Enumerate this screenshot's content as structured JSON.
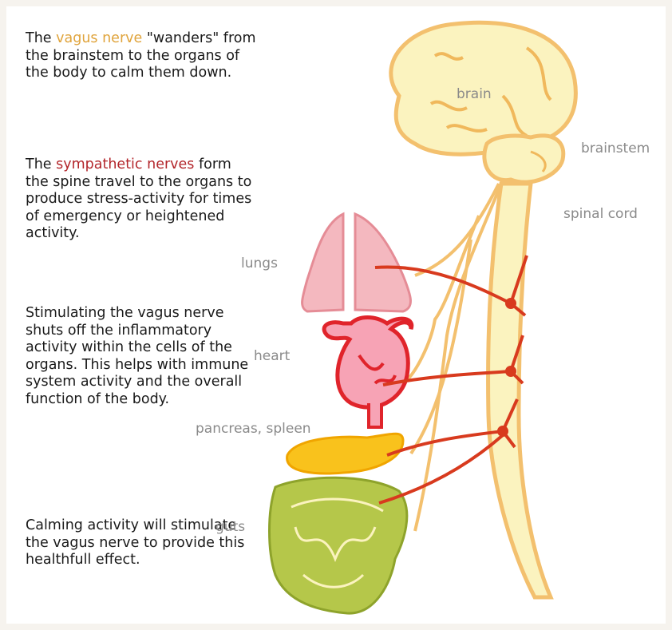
{
  "colors": {
    "vagus": "#e0a43c",
    "sympathetic": "#b3262b",
    "nerve_red": "#d83a1e",
    "cord": "#f3c06e",
    "brain_fill": "#fbf3bf",
    "lungs": "#f4b8bf",
    "heart": "#f7a3b5",
    "pancreas": "#f9c21c",
    "guts": "#b5c74a",
    "label_gray": "#8a8a8a"
  },
  "text": {
    "p1": {
      "pre": "The ",
      "highlight": "vagus nerve",
      "post": " \"wanders\" from the brainstem to the organs of the body to calm them down."
    },
    "p2": {
      "pre": "The ",
      "highlight": "sympathetic nerves",
      "post": " form the spine travel to the organs to produce stress-activity for times of emergency or heightened activity."
    },
    "p3": "Stimulating the vagus nerve shuts off the inflammatory activity within the cells of the organs.  This helps with immune system activity and the overall function of the body.",
    "p4": "Calming activity will stimulate the vagus nerve to provide this healthfull effect."
  },
  "labels": {
    "brain": "brain",
    "brainstem": "brainstem",
    "spinal_cord": "spinal cord",
    "lungs": "lungs",
    "heart": "heart",
    "pancreas_spleen": "pancreas, spleen",
    "guts": "guts"
  }
}
